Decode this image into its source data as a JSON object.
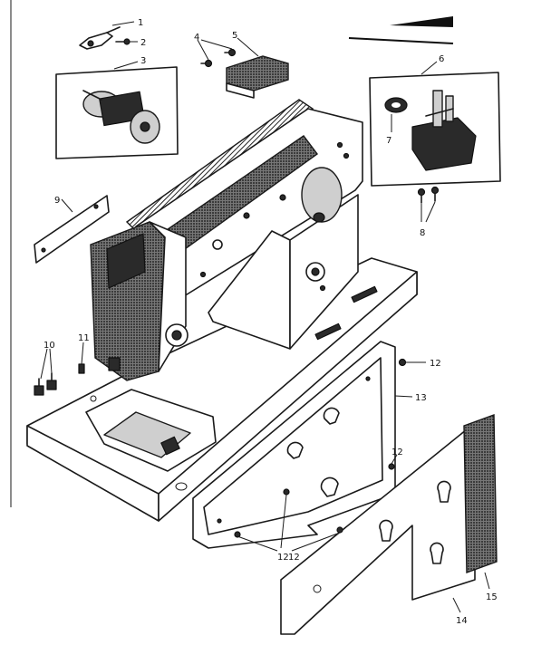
{
  "callouts": [
    "1",
    "2",
    "3",
    "4",
    "5",
    "6",
    "7",
    "8",
    "9",
    "10",
    "11",
    "12",
    "12",
    "12",
    "13",
    "12",
    "14",
    "15"
  ]
}
